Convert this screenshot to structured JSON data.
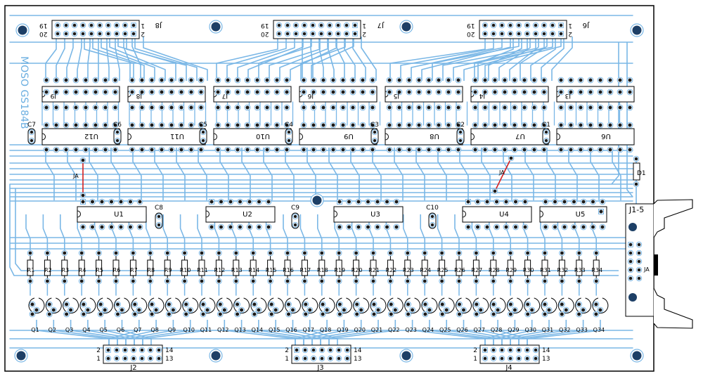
{
  "board": {
    "rotated_label": "MOSO GS184B",
    "colors": {
      "trace": "#7ab7e6",
      "pad": "#1a1a1a",
      "hole": "#1d3f66",
      "jumper": "#d42020",
      "outline": "#000000",
      "background": "#ffffff"
    }
  },
  "headers_top": [
    {
      "ref": "J8",
      "pin_first": "1",
      "pin_second": "2",
      "pin_last_odd": "19",
      "pin_last_even": "20"
    },
    {
      "ref": "J7",
      "pin_first": "1",
      "pin_second": "2",
      "pin_last_odd": "19",
      "pin_last_even": "20"
    },
    {
      "ref": "J6",
      "pin_first": "1",
      "pin_second": "2",
      "pin_last_odd": "19",
      "pin_last_even": "20"
    }
  ],
  "headers_bottom": [
    {
      "ref": "J2",
      "pin_a": "2",
      "pin_b": "1",
      "pin_c": "14",
      "pin_d": "13"
    },
    {
      "ref": "J3",
      "pin_a": "2",
      "pin_b": "1",
      "pin_c": "14",
      "pin_d": "13"
    },
    {
      "ref": "J4",
      "pin_a": "2",
      "pin_b": "1",
      "pin_c": "14",
      "pin_d": "13"
    }
  ],
  "sockets_upper": [
    "J9",
    "J8",
    "J7",
    "J6",
    "J5",
    "J4",
    "J3"
  ],
  "ics_upper": [
    "U12",
    "U11",
    "U10",
    "U9",
    "U8",
    "U7",
    "U6"
  ],
  "caps_upper": [
    "C7",
    "C6",
    "C5",
    "C4",
    "C3",
    "C2",
    "C1"
  ],
  "ics_lower": [
    "U1",
    "U2",
    "U3",
    "U4",
    "U5"
  ],
  "caps_lower": [
    "C8",
    "C9",
    "C10"
  ],
  "resistors": [
    "R1",
    "R2",
    "R3",
    "R4",
    "R5",
    "R6",
    "R7",
    "R8",
    "R9",
    "R10",
    "R11",
    "R12",
    "R13",
    "R14",
    "R15",
    "R16",
    "R17",
    "R18",
    "R19",
    "R20",
    "R21",
    "R22",
    "R23",
    "R24",
    "R25",
    "R26",
    "R27",
    "R28",
    "R29",
    "R30",
    "R31",
    "R32",
    "R33",
    "R34"
  ],
  "transistors": [
    "Q1",
    "Q2",
    "Q3",
    "Q4",
    "Q5",
    "Q6",
    "Q7",
    "Q8",
    "Q9",
    "Q10",
    "Q11",
    "Q12",
    "Q13",
    "Q14",
    "Q15",
    "Q16",
    "Q17",
    "Q18",
    "Q19",
    "Q20",
    "Q21",
    "Q22",
    "Q23",
    "Q24",
    "Q25",
    "Q26",
    "Q27",
    "Q28",
    "Q29",
    "Q30",
    "Q31",
    "Q32",
    "Q33",
    "Q34"
  ],
  "jumpers": [
    "JA",
    "JA",
    "JA"
  ],
  "diode": "D1",
  "connector": {
    "ref": "J1-5"
  }
}
